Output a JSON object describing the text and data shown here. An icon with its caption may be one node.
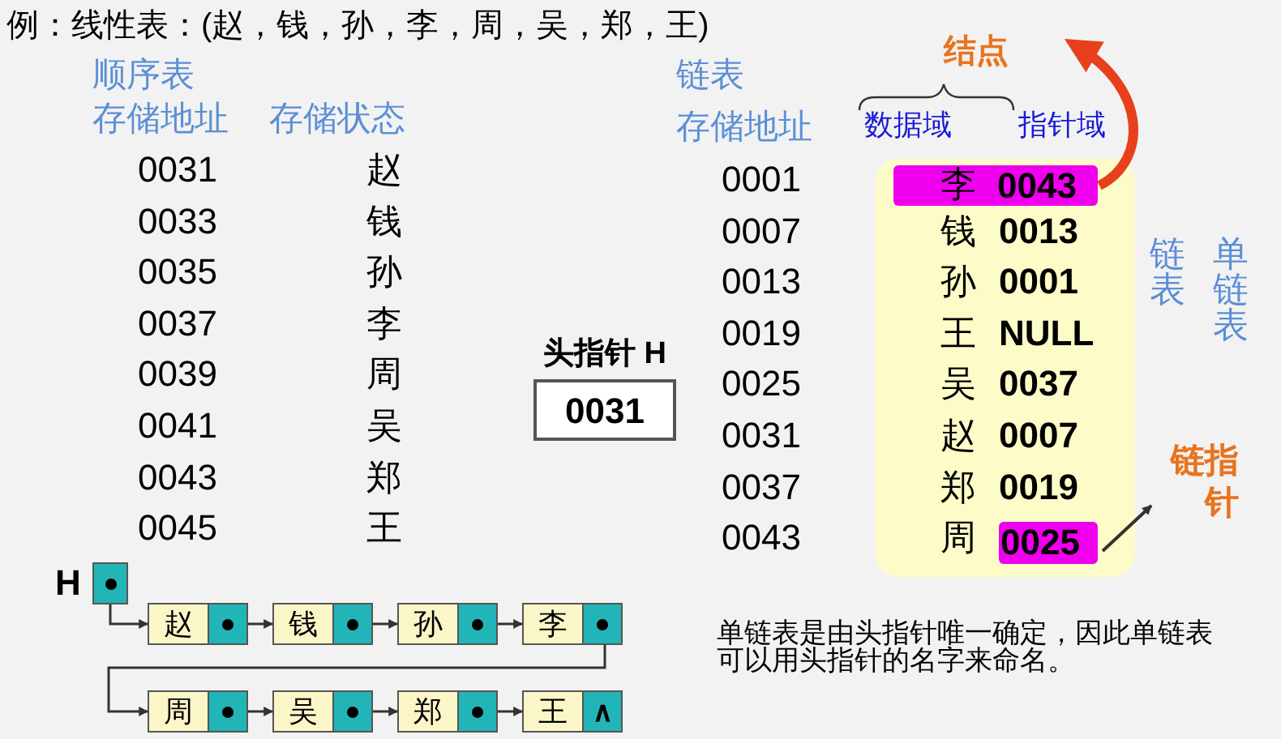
{
  "diagram": {
    "title": "例：线性表：(赵，钱，孙，李，周，吴，郑，王)",
    "nodes": [
      {
        "text": [
          "头指针 H",
          "0031"
        ]
      },
      {
        "text": [],
        "shape": "box",
        "beside": [
          "H"
        ]
      },
      {
        "text": [
          "赵"
        ]
      },
      {
        "text": [
          "钱"
        ]
      },
      {
        "text": [
          "孙"
        ]
      },
      {
        "text": [
          "李"
        ]
      },
      {
        "text": [
          "周"
        ]
      },
      {
        "text": [
          "吴"
        ]
      },
      {
        "text": [
          "郑"
        ]
      },
      {
        "text": [
          "王",
          "∧"
        ]
      },
      {
        "text": [],
        "shape": "box"
      },
      {
        "text": [
          "李",
          "0043"
        ],
        "in": 10
      },
      {
        "text": [
          "0025"
        ],
        "in": 10
      },
      {
        "text": [
          "链指针"
        ]
      }
    ],
    "edges": [
      {
        "from": 1,
        "to": 2,
        "arrow": "to"
      },
      {
        "from": 2,
        "to": 3,
        "arrow": "to"
      },
      {
        "from": 3,
        "to": 4,
        "arrow": "to"
      },
      {
        "from": 4,
        "to": 5,
        "arrow": "to"
      },
      {
        "from": 5,
        "to": 6,
        "arrow": "to"
      },
      {
        "from": 6,
        "to": 7,
        "arrow": "to"
      },
      {
        "from": 7,
        "to": 8,
        "arrow": "to"
      },
      {
        "from": 8,
        "to": 9,
        "arrow": "to"
      },
      {
        "from": 12,
        "to": 13,
        "arrow": "to"
      },
      {
        "from": 11,
        "to": null,
        "arrow": "to",
        "style": "thick",
        "color": "#e8401c"
      }
    ],
    "labels": [
      "顺序表",
      "存储地址",
      "存储状态",
      "0031",
      "赵",
      "0033",
      "钱",
      "0035",
      "孙",
      "0037",
      "李",
      "0039",
      "周",
      "0041",
      "吴",
      "0043",
      "郑",
      "0045",
      "王",
      "链表",
      "存储地址",
      "结点",
      "数据域",
      "指针域",
      "0001",
      "0007",
      "钱",
      "0013",
      "0013",
      "孙",
      "0001",
      "0019",
      "王",
      "NULL",
      "0025",
      "吴",
      "0037",
      "0031",
      "赵",
      "0007",
      "0037",
      "郑",
      "0019",
      "0043",
      "周",
      "链表",
      "单链表",
      "单链表是由头指针唯一确定，因此单链表可以用头指针的名字来命名。"
    ]
  }
}
